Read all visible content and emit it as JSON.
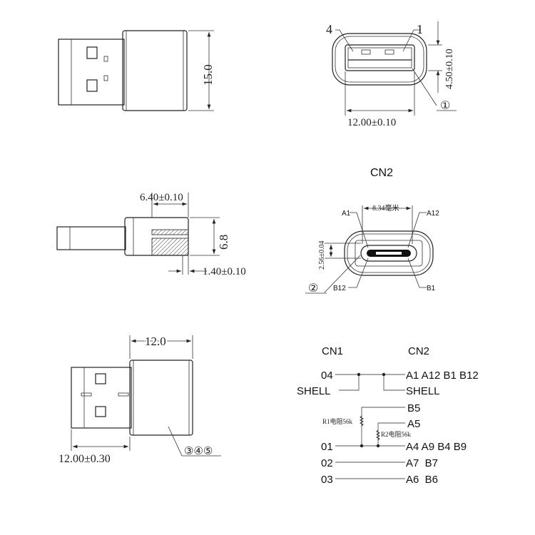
{
  "views": {
    "top_side": {
      "dim_height": "15.0"
    },
    "front_usb_a": {
      "pin_left": "4",
      "pin_right": "1",
      "dim_height": "4.50±0.10",
      "dim_width": "12.00±0.10",
      "callout": "①"
    },
    "side": {
      "dim_top": "6.40±0.10",
      "dim_height": "6.8",
      "dim_bottom": "1.40±0.10"
    },
    "front_type_c": {
      "title": "CN2",
      "dim_width": "8.34毫米",
      "dim_height": "2.56±0.04",
      "label_a1": "A1",
      "label_a12": "A12",
      "label_b12": "B12",
      "label_b1": "B1",
      "callout": "②"
    },
    "bottom": {
      "dim_top": "12.0",
      "dim_bottom": "12.00±0.30",
      "callout": "③④⑤"
    }
  },
  "schematic": {
    "cn1_title": "CN1",
    "cn2_title": "CN2",
    "rows": {
      "r04_left": "04",
      "r04_right": "A1 A12 B1 B12",
      "shell_left": "SHELL",
      "shell_right": "SHELL",
      "b5": "B5",
      "a5": "A5",
      "r1": "R1电阻56k",
      "r2": "R2电阻56k",
      "r01_left": "01",
      "r01_right": "A4 A9 B4 B9",
      "r02_left": "02",
      "r02_right": "A7  B7",
      "r03_left": "03",
      "r03_right": "A6  B6"
    }
  }
}
